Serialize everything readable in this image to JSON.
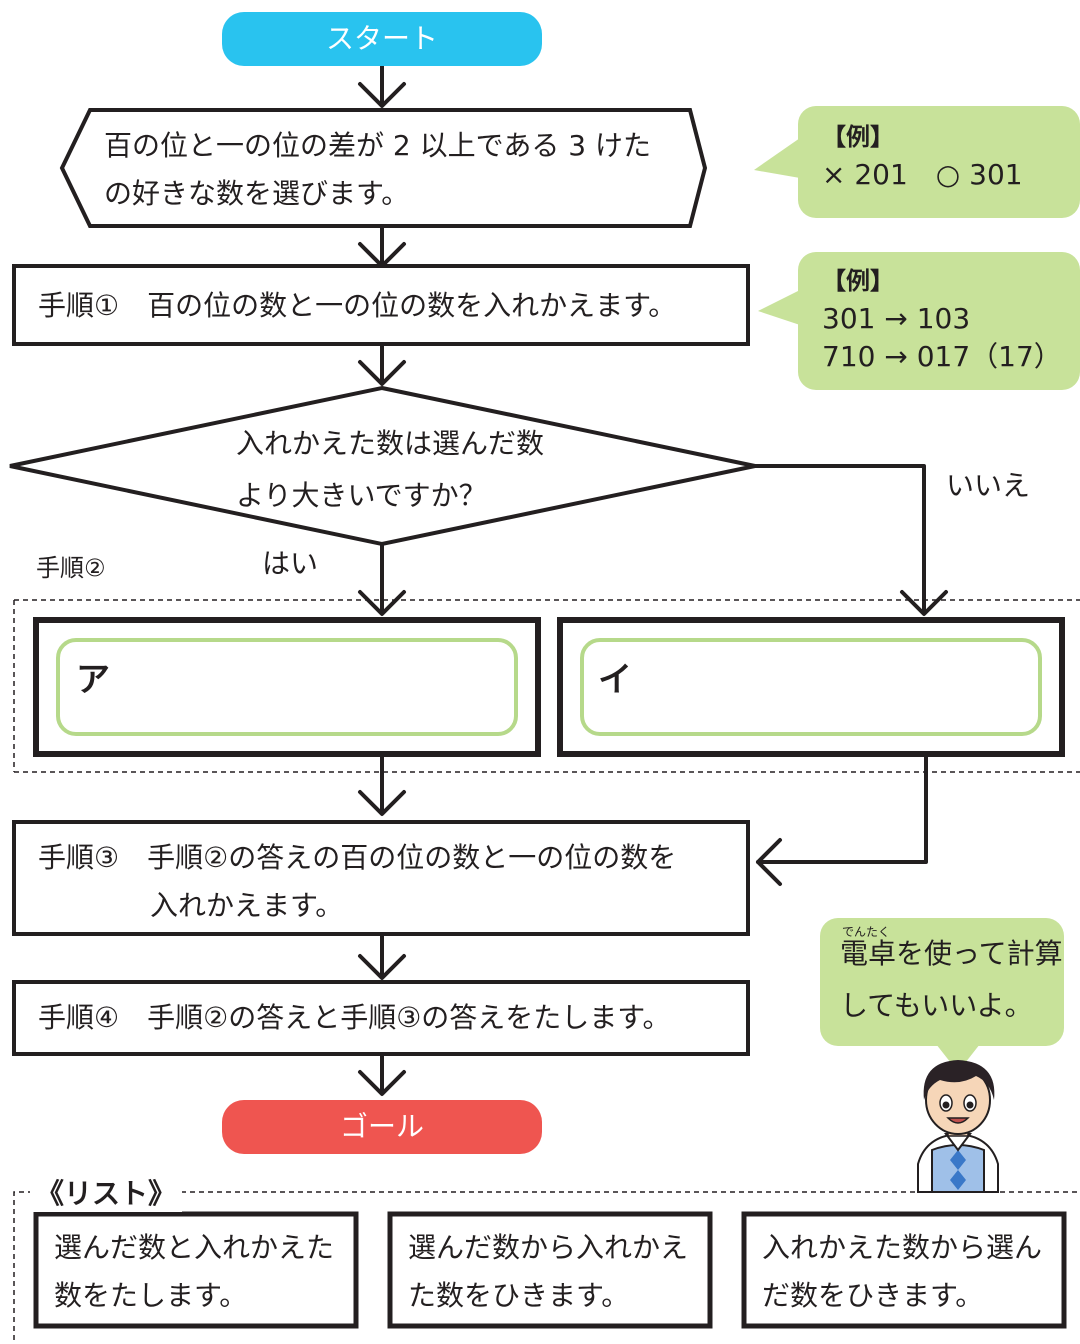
{
  "start": {
    "label": "スタート"
  },
  "goal": {
    "label": "ゴール"
  },
  "select_box": {
    "line1": "百の位と一の位の差が 2 以上である 3 けた",
    "line2": "の好きな数を選びます。"
  },
  "step1": {
    "text": "手順①　百の位の数と一の位の数を入れかえます。"
  },
  "decision": {
    "line1": "入れかえた数は選んだ数",
    "line2": "より大きいですか？",
    "yes": "はい",
    "no": "いいえ"
  },
  "step2": {
    "label": "手順②",
    "box_a": "ア",
    "box_i": "イ"
  },
  "step3": {
    "line1": "手順③　手順②の答えの百の位の数と一の位の数を",
    "line2": "入れかえます。"
  },
  "step4": {
    "text": "手順④　手順②の答えと手順③の答えをたします。"
  },
  "example1": {
    "heading": "【例】",
    "body": "× 201　○ 301"
  },
  "example2": {
    "heading": "【例】",
    "line1": "301 → 103",
    "line2": "710 → 017（17）"
  },
  "hint": {
    "ruby": "でんたく",
    "line1": "電卓を使って計算",
    "line2": "してもいいよ。"
  },
  "list": {
    "title": "《リスト》",
    "items": [
      {
        "line1": "選んだ数と入れかえた",
        "line2": "数をたします。"
      },
      {
        "line1": "選んだ数から入れかえ",
        "line2": "た数をひきます。"
      },
      {
        "line1": "入れかえた数から選ん",
        "line2": "だ数をひきます。"
      }
    ]
  },
  "colors": {
    "start": "#29c3ef",
    "goal": "#ef5550",
    "note": "#c8e29a",
    "inner_box": "#b6d98a",
    "stroke": "#231f20"
  }
}
